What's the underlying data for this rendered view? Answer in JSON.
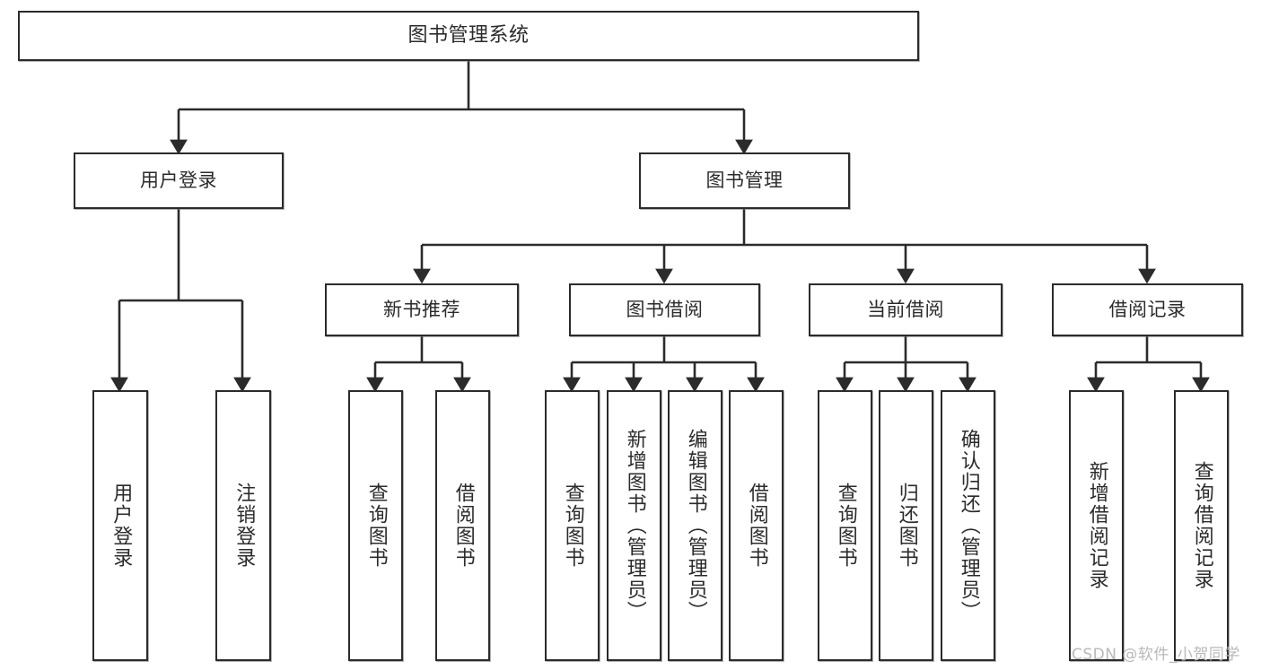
{
  "diagram": {
    "title": "图书管理系统",
    "type": "tree-hierarchy",
    "watermark": "CSDN @软件_小贺同学",
    "colors": {
      "box_border": "#2b2b2b",
      "box_fill": "#ffffff",
      "connector": "#2b2b2b",
      "text": "#2b2b2b",
      "watermark": "#b9b9b9",
      "background": "#ffffff"
    },
    "nodes": {
      "root": {
        "label": "图书管理系统"
      },
      "level2": [
        {
          "label": "用户登录"
        },
        {
          "label": "图书管理"
        }
      ],
      "level3": [
        {
          "label": "新书推荐"
        },
        {
          "label": "图书借阅"
        },
        {
          "label": "当前借阅"
        },
        {
          "label": "借阅记录"
        }
      ],
      "leaves": {
        "user_login": [
          {
            "label": "用户登录"
          },
          {
            "label": "注销登录"
          }
        ],
        "new_book_recommend": [
          {
            "label": "查询图书"
          },
          {
            "label": "借阅图书"
          }
        ],
        "book_borrow": [
          {
            "label": "查询图书"
          },
          {
            "label": "新增图书（管理员）"
          },
          {
            "label": "编辑图书（管理员）"
          },
          {
            "label": "借阅图书"
          }
        ],
        "current_borrow": [
          {
            "label": "查询图书"
          },
          {
            "label": "归还图书"
          },
          {
            "label": "确认归还（管理员）"
          }
        ],
        "borrow_record": [
          {
            "label": "新增借阅记录"
          },
          {
            "label": "查询借阅记录"
          }
        ]
      }
    }
  }
}
